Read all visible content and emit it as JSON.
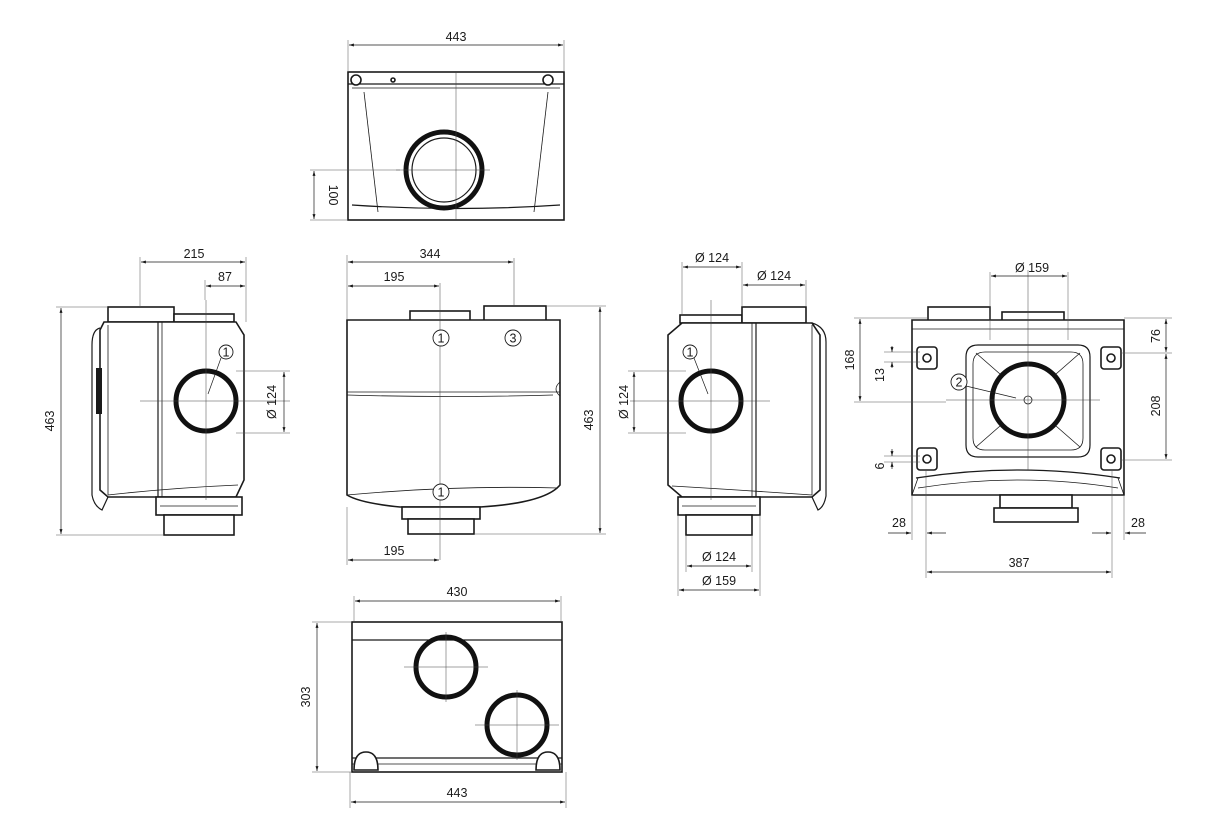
{
  "views": {
    "top": {
      "width": "443",
      "depth": "100"
    },
    "left": {
      "overall": "215",
      "offset": "87",
      "height": "463",
      "port_dia": "Ø 124",
      "port_mark": "1"
    },
    "front": {
      "width": "344",
      "port_top_offset": "195",
      "port_bottom_offset": "195",
      "height": "463",
      "mark_a": "1",
      "mark_b": "3",
      "mark_c": "1"
    },
    "right": {
      "top_dia_a": "Ø 124",
      "top_dia_b": "Ø 124",
      "side_dia": "Ø 124",
      "bottom_dia_a": "Ø 124",
      "bottom_dia_b": "Ø 159",
      "port_mark": "1"
    },
    "back": {
      "center_dia": "Ø 159",
      "d168": "168",
      "d13": "13",
      "d76": "76",
      "d208": "208",
      "d6": "6",
      "d28_left": "28",
      "d28_right": "28",
      "width": "387",
      "fan_mark": "2"
    },
    "bottom": {
      "width_top": "430",
      "depth": "303",
      "width_bottom": "443"
    }
  }
}
